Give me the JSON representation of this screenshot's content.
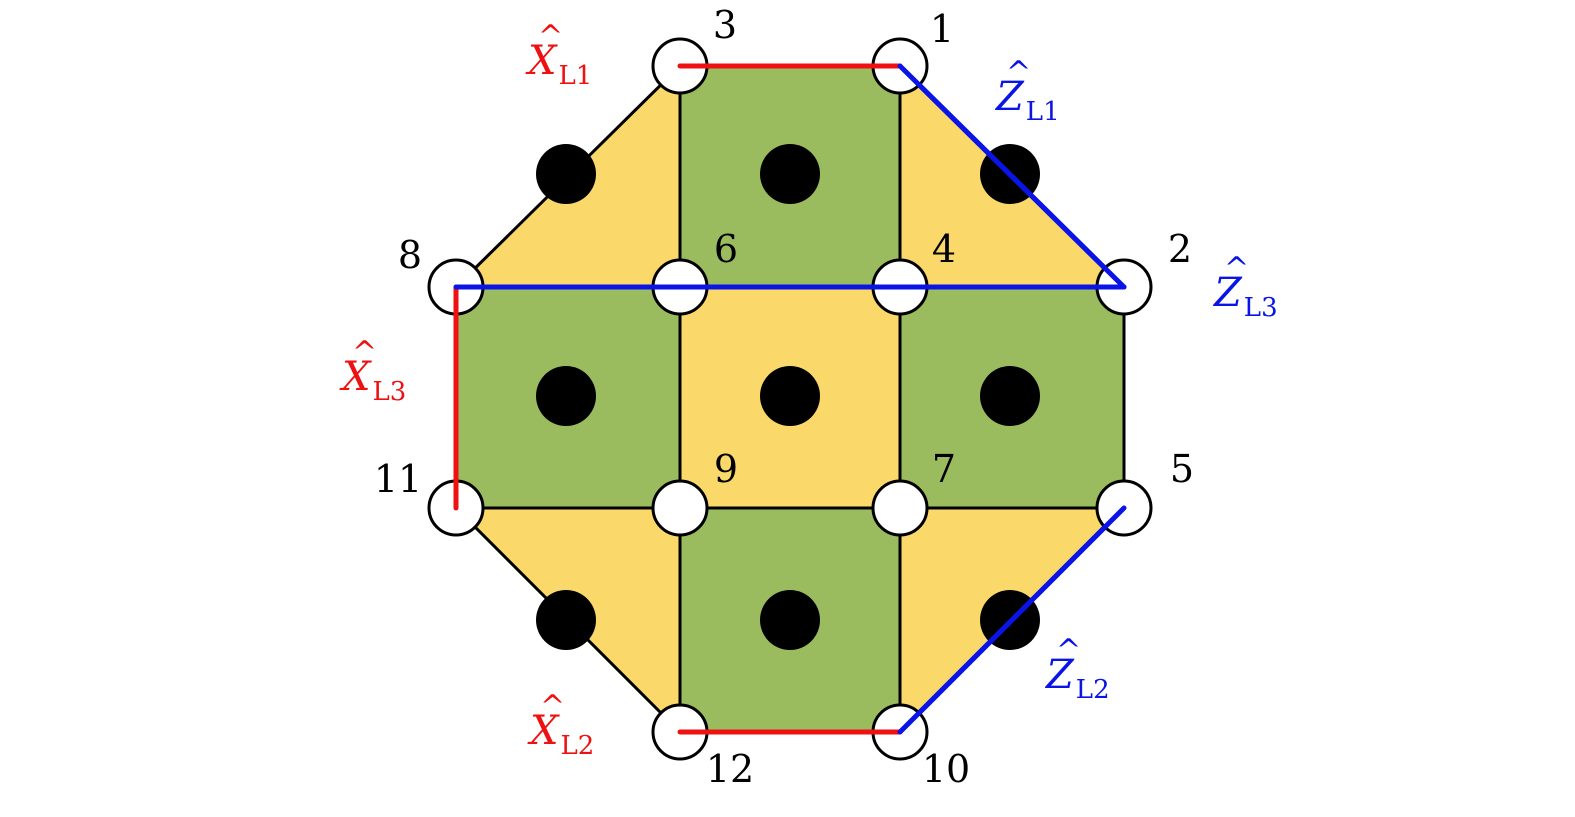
{
  "colors": {
    "yellow_face": "#fbd86a",
    "green_face": "#9bbb5f",
    "edge": "#000000",
    "x_operator": "#ee1111",
    "z_operator": "#0a14e6",
    "stabilizer_dot": "#000000",
    "qubit_fill": "#ffffff"
  },
  "qubits": [
    {
      "label": "1"
    },
    {
      "label": "2"
    },
    {
      "label": "3"
    },
    {
      "label": "4"
    },
    {
      "label": "5"
    },
    {
      "label": "6"
    },
    {
      "label": "7"
    },
    {
      "label": "8"
    },
    {
      "label": "9"
    },
    {
      "label": "10"
    },
    {
      "label": "11"
    },
    {
      "label": "12"
    }
  ],
  "faces": [
    {
      "qubits": [
        "3",
        "8",
        "6"
      ],
      "color": "yellow"
    },
    {
      "qubits": [
        "3",
        "1",
        "4",
        "6"
      ],
      "color": "green"
    },
    {
      "qubits": [
        "1",
        "2",
        "4"
      ],
      "color": "yellow"
    },
    {
      "qubits": [
        "8",
        "6",
        "9",
        "11"
      ],
      "color": "green"
    },
    {
      "qubits": [
        "6",
        "4",
        "7",
        "9"
      ],
      "color": "yellow"
    },
    {
      "qubits": [
        "4",
        "2",
        "5",
        "7"
      ],
      "color": "green"
    },
    {
      "qubits": [
        "11",
        "9",
        "12"
      ],
      "color": "yellow"
    },
    {
      "qubits": [
        "9",
        "7",
        "10",
        "12"
      ],
      "color": "green"
    },
    {
      "qubits": [
        "7",
        "5",
        "10"
      ],
      "color": "yellow"
    }
  ],
  "operators": [
    {
      "base": "X",
      "hat": "^",
      "subscript": "L1",
      "kind": "x",
      "qubits": [
        "3",
        "1"
      ]
    },
    {
      "base": "X",
      "hat": "^",
      "subscript": "L2",
      "kind": "x",
      "qubits": [
        "12",
        "10"
      ]
    },
    {
      "base": "X",
      "hat": "^",
      "subscript": "L3",
      "kind": "x",
      "qubits": [
        "8",
        "11"
      ]
    },
    {
      "base": "Z",
      "hat": "^",
      "subscript": "L1",
      "kind": "z",
      "qubits": [
        "1",
        "2"
      ]
    },
    {
      "base": "Z",
      "hat": "^",
      "subscript": "L2",
      "kind": "z",
      "qubits": [
        "10",
        "5"
      ]
    },
    {
      "base": "Z",
      "hat": "^",
      "subscript": "L3",
      "kind": "z",
      "qubits": [
        "8",
        "2"
      ]
    }
  ]
}
